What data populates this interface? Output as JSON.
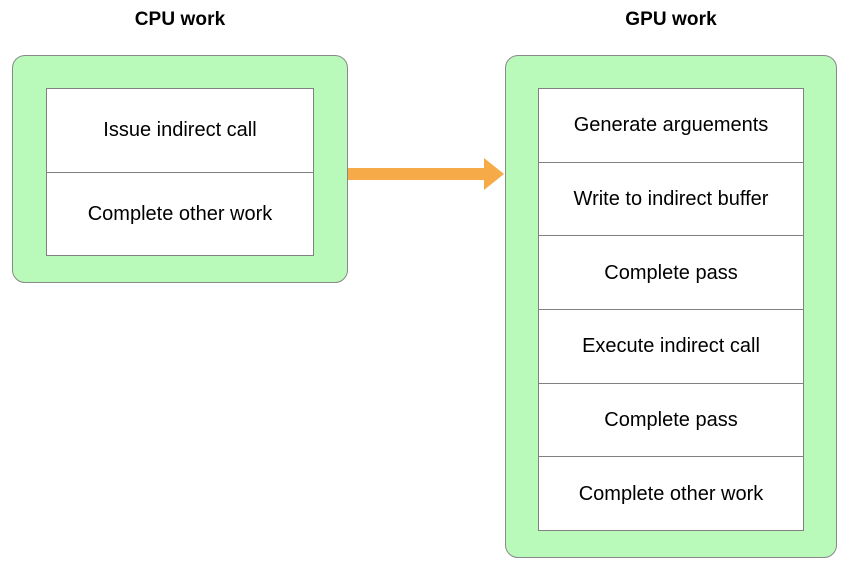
{
  "diagram": {
    "title_cpu": "CPU work",
    "title_gpu": "GPU work",
    "colors": {
      "group_fill": "#b9f9b9",
      "group_border": "#898989",
      "row_border": "#808080",
      "row_fill": "#ffffff",
      "arrow": "#f7ab48",
      "text": "#000000",
      "background": "#ffffff"
    },
    "cpu": {
      "label": "CPU work",
      "steps": [
        {
          "label": "Issue indirect call"
        },
        {
          "label": "Complete other work"
        }
      ]
    },
    "gpu": {
      "label": "GPU work",
      "steps": [
        {
          "label": "Generate arguements"
        },
        {
          "label": "Write to indirect buffer"
        },
        {
          "label": "Complete pass"
        },
        {
          "label": "Execute indirect call"
        },
        {
          "label": "Complete pass"
        },
        {
          "label": "Complete other work"
        }
      ]
    },
    "connector": {
      "name": "cpu-to-gpu-arrow",
      "from": "CPU work",
      "to": "GPU work",
      "direction": "right",
      "color": "#f7ab48"
    }
  }
}
